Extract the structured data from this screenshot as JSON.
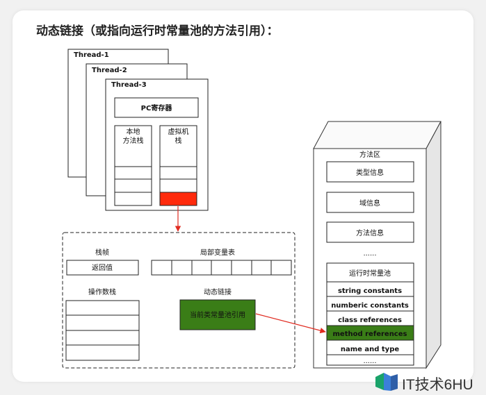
{
  "title": "动态链接（或指向运行时常量池的方法引用）：",
  "threads": [
    "Thread-1",
    "Thread-2",
    "Thread-3"
  ],
  "pc_register": "PC寄存器",
  "native_stack": [
    "本地",
    "方法栈"
  ],
  "vm_stack": [
    "虚拟机",
    "栈"
  ],
  "frame": {
    "label": "栈帧",
    "return_value": "返回值",
    "local_vars": "局部变量表",
    "operand_stack": "操作数栈",
    "dynamic_linking": "动态链接",
    "const_pool_ref": "当前类常量池引用"
  },
  "method_area": {
    "label": "方法区",
    "items": [
      "类型信息",
      "域信息",
      "方法信息"
    ],
    "ellipsis": "......",
    "runtime_pool": "运行时常量池",
    "pool_entries": [
      "string constants",
      "numberic constants",
      "class references",
      "method references",
      "name and type",
      "......"
    ]
  },
  "watermark": "IT技术6HU",
  "colors": {
    "highlight_red": "#ff2a0c",
    "highlight_green": "#3a7d17",
    "arrow": "#e02b20"
  }
}
